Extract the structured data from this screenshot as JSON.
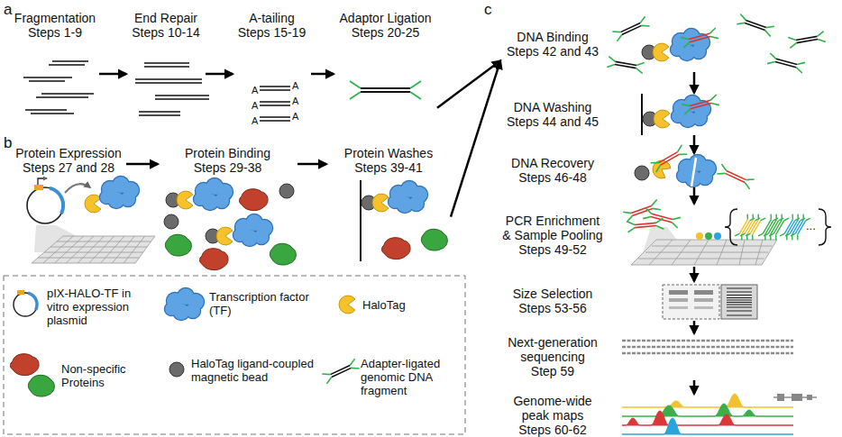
{
  "diagram": {
    "nodes": [
      {
        "text": [
          "Fragmentation",
          "Steps 1-9"
        ]
      },
      {
        "text": [
          "End Repair",
          "Steps 10-14"
        ]
      },
      {
        "text": [
          "A-tailing",
          "Steps 15-19"
        ]
      },
      {
        "text": [
          "Adaptor Ligation",
          "Steps 20-25"
        ]
      },
      {
        "text": [
          "Protein Expression",
          "Steps 27 and 28"
        ]
      },
      {
        "text": [
          "Protein Binding",
          "Steps 29-38"
        ]
      },
      {
        "text": [
          "Protein Washes",
          "Steps 39-41"
        ]
      },
      {
        "text": [
          "DNA Binding",
          "Steps 42 and 43"
        ]
      },
      {
        "text": [
          "DNA Washing",
          "Steps 44 and 45"
        ]
      },
      {
        "text": [
          "DNA Recovery",
          "Steps 46-48"
        ]
      },
      {
        "text": [
          "PCR Enrichment & Sample Pooling",
          "Steps 49-52"
        ]
      },
      {
        "text": [
          "Size Selection",
          "Steps 53-56"
        ]
      },
      {
        "text": [
          "Next-generation sequencing",
          "Step 59"
        ]
      },
      {
        "text": [
          "Genome-wide peak maps",
          "Steps 60-62"
        ]
      }
    ],
    "edges": [
      {
        "from": 0,
        "to": 1,
        "arrow": "to"
      },
      {
        "from": 1,
        "to": 2,
        "arrow": "to"
      },
      {
        "from": 2,
        "to": 3,
        "arrow": "to"
      },
      {
        "from": 3,
        "to": 7,
        "arrow": "to"
      },
      {
        "from": 4,
        "to": 5,
        "arrow": "to"
      },
      {
        "from": 5,
        "to": 6,
        "arrow": "to"
      },
      {
        "from": 6,
        "to": 7,
        "arrow": "to"
      },
      {
        "from": 7,
        "to": 8,
        "arrow": "to"
      },
      {
        "from": 8,
        "to": 9,
        "arrow": "to"
      },
      {
        "from": 9,
        "to": 10,
        "arrow": "to"
      },
      {
        "from": 10,
        "to": 11,
        "arrow": "to"
      },
      {
        "from": 11,
        "to": 12,
        "arrow": "to"
      },
      {
        "from": 12,
        "to": 13,
        "arrow": "to"
      }
    ],
    "labels": [
      "a",
      "b",
      "c",
      "A",
      "A",
      "A",
      "A",
      "A",
      "A",
      "..."
    ],
    "legend": [
      {
        "text": "pIX-HALO-TF in vitro expression plasmid"
      },
      {
        "text": "Transcription factor (TF)"
      },
      {
        "text": "HaloTag"
      },
      {
        "text": "Non-specific Proteins"
      },
      {
        "text": "HaloTag ligand-coupled magnetic bead"
      },
      {
        "text": "Adapter-ligated genomic DNA fragment"
      }
    ]
  }
}
